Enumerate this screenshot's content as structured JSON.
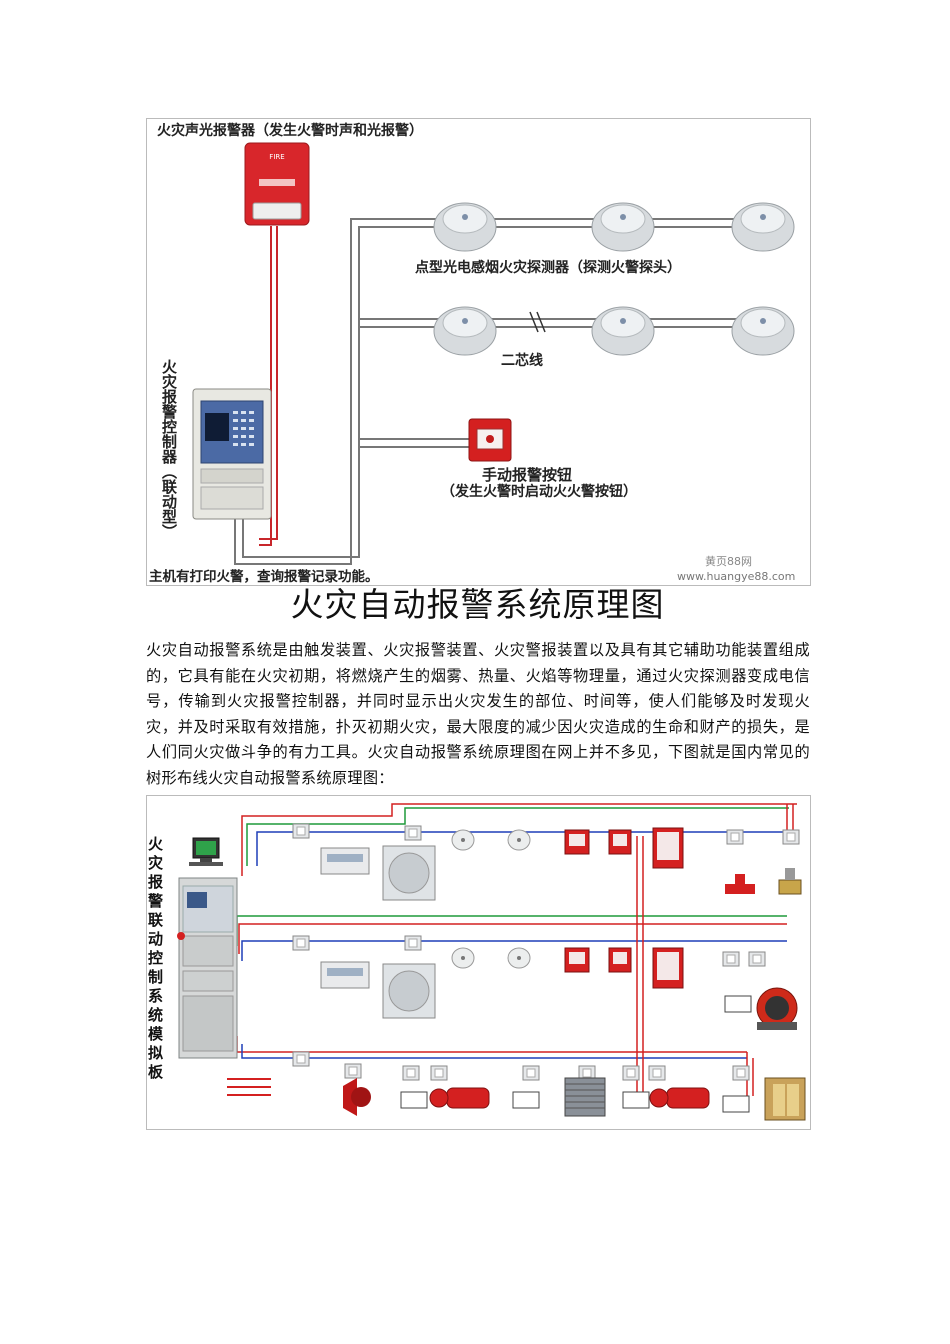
{
  "figure1": {
    "alarm_label": "火灾声光报警器（发生火警时声和光报警）",
    "strobe_text": "FIRE",
    "detector_label": "点型光电感烟火灾探测器（探测火警探头）",
    "wire_label": "二芯线",
    "controller_label": "火灾报警控制器（联动型）",
    "button_label": "手动报警按钮",
    "button_sublabel": "（发生火警时启动火火警按钮）",
    "bottom_caption": "主机有打印火警，查询报警记录功能。",
    "watermark_cn": "黄页88网",
    "watermark_url": "www.huangye88.com"
  },
  "document": {
    "title": "火灾自动报警系统原理图",
    "paragraph": "火灾自动报警系统是由触发装置、火灾报警装置、火灾警报装置以及具有其它辅助功能装置组成的，它具有能在火灾初期，将燃烧产生的烟雾、热量、火焰等物理量，通过火灾探测器变成电信号，传输到火灾报警控制器，并同时显示出火灾发生的部位、时间等，使人们能够及时发现火灾，并及时采取有效措施，扑灭初期火灾，最大限度的减少因火灾造成的生命和财产的损失，是人们同火灾做斗争的有力工具。火灾自动报警系统原理图在网上并不多见，下图就是国内常见的树形布线火灾自动报警系统原理图："
  },
  "figure2": {
    "vertical_title": "火灾报警联动控制系统模拟板"
  },
  "colors": {
    "red": "#d42020",
    "blue": "#1f3fb8",
    "green": "#1f9a3a",
    "gray": "#888888"
  }
}
